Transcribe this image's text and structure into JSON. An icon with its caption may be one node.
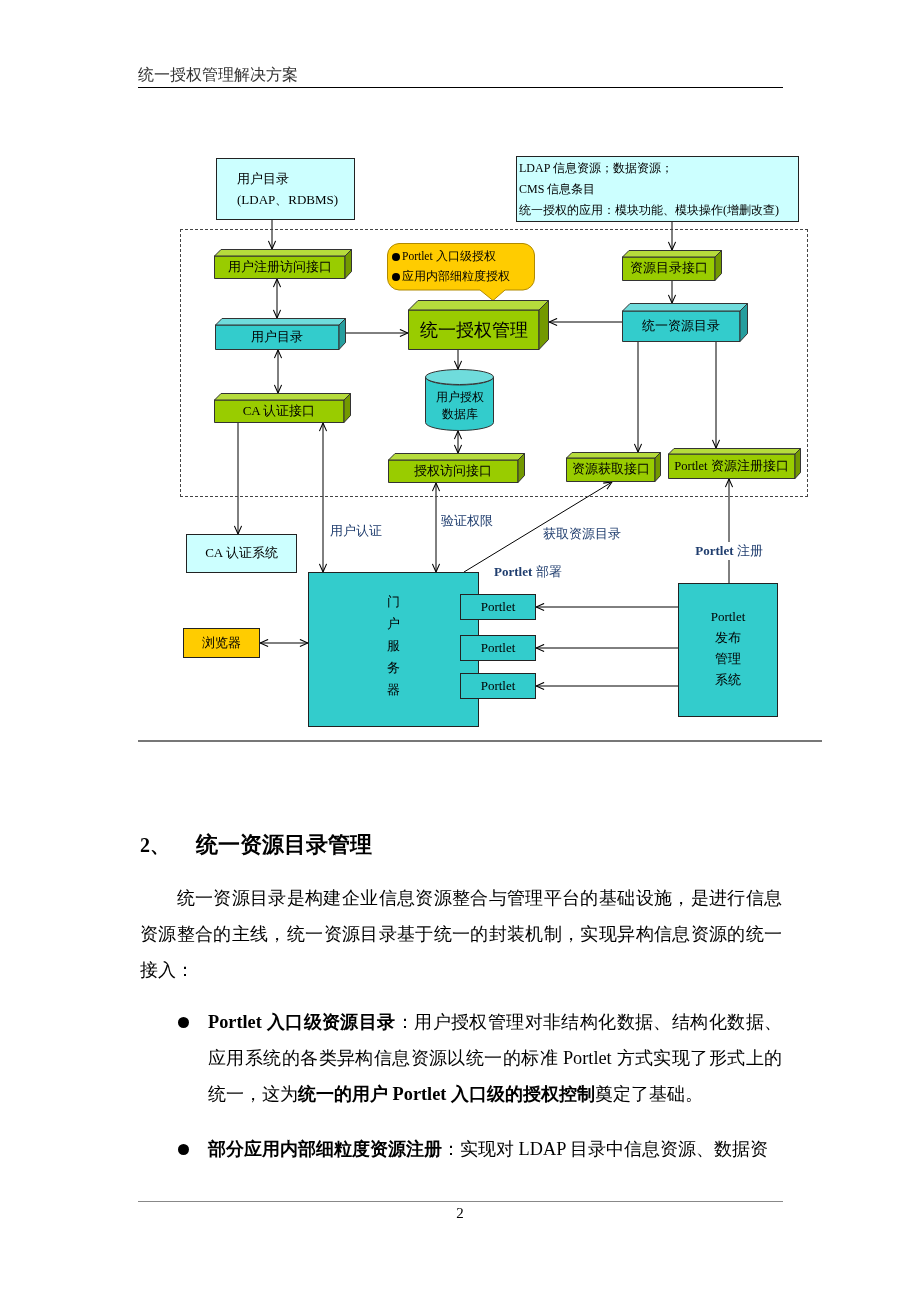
{
  "diagram": {
    "nodes": [
      {
        "text": [
          "用户目录",
          "(LDAP、RDBMS)"
        ]
      },
      {
        "text": [
          "LDAP 信息资源；数据资源；",
          "CMS 信息条目",
          "统一授权的应用：模块功能、模块操作(增删改查)"
        ]
      },
      {
        "text": [],
        "shape": "box"
      },
      {
        "text": [
          "用户注册访问接口"
        ],
        "in": 2
      },
      {
        "text": [
          "Portlet 入口级授权",
          "应用内部细粒度授权"
        ],
        "in": 2
      },
      {
        "text": [
          "资源目录接口"
        ],
        "in": 2
      },
      {
        "text": [
          "用户目录"
        ],
        "in": 2
      },
      {
        "text": [
          "统一授权管理"
        ],
        "in": 2
      },
      {
        "text": [
          "统一资源目录"
        ],
        "in": 2
      },
      {
        "text": [
          "用户授权数据库"
        ],
        "in": 2
      },
      {
        "text": [
          "CA 认证接口"
        ],
        "in": 2
      },
      {
        "text": [
          "授权访问接口"
        ],
        "in": 2
      },
      {
        "text": [
          "资源获取接口"
        ],
        "in": 2
      },
      {
        "text": [
          "Portlet 资源注册接口"
        ],
        "in": 2
      },
      {
        "text": [
          "CA 认证系统"
        ]
      },
      {
        "text": [
          "门户服务器"
        ]
      },
      {
        "text": [
          "Portlet"
        ]
      },
      {
        "text": [
          "Portlet"
        ]
      },
      {
        "text": [
          "Portlet"
        ]
      },
      {
        "text": [
          "浏览器"
        ]
      },
      {
        "text": [
          "Portlet 发布管理系统"
        ]
      }
    ],
    "edges": [
      {
        "from": 0,
        "to": 3,
        "arrow": "to"
      },
      {
        "from": 1,
        "to": 5,
        "arrow": "to"
      },
      {
        "from": 3,
        "to": 6,
        "arrow": "both"
      },
      {
        "from": 6,
        "to": 7,
        "arrow": "to"
      },
      {
        "from": 5,
        "to": 8,
        "arrow": "to"
      },
      {
        "from": 8,
        "to": 7,
        "arrow": "to"
      },
      {
        "from": 6,
        "to": 10,
        "arrow": "both"
      },
      {
        "from": 7,
        "to": 9,
        "arrow": "to"
      },
      {
        "from": 9,
        "to": 11,
        "arrow": "both"
      },
      {
        "from": 8,
        "to": 12,
        "arrow": "to"
      },
      {
        "from": 8,
        "to": 13,
        "arrow": "to"
      },
      {
        "from": 10,
        "to": 14,
        "arrow": "to"
      },
      {
        "from": 10,
        "to": 15,
        "arrow": "both",
        "label": "用户认证"
      },
      {
        "from": 11,
        "to": 15,
        "arrow": "both",
        "label": "验证权限"
      },
      {
        "from": 15,
        "to": 12,
        "arrow": "to",
        "label": "获取资源目录"
      },
      {
        "from": 20,
        "to": 13,
        "arrow": "to",
        "label": "**Portlet** 注册"
      },
      {
        "from": 20,
        "to": 16,
        "arrow": "to"
      },
      {
        "from": 20,
        "to": 17,
        "arrow": "to"
      },
      {
        "from": 20,
        "to": 18,
        "arrow": "to"
      },
      {
        "from": 19,
        "to": 15,
        "arrow": "both"
      }
    ],
    "labels": [
      "统一授权管理解决方案",
      "**Portlet** 部署",
      "2、",
      "统一资源目录管理",
      "统一资源目录是构建企业信息资源整合与管理平台的基础设施，是进行信息资源整合的主线，统一资源目录基于统一的封装机制，实现异构信息资源的统一接入：",
      "**Portlet 入口级资源目录**：用户授权管理对非结构化数据、结构化数据、应用系统的各类异构信息资源以统一的标准 Portlet 方式实现了形式上的统一，这为**统一的用户 Portlet 入口级的授权控制**奠定了基础。",
      "**部分应用内部细粒度资源注册**：实现对 LDAP 目录中信息资源、数据资",
      "2"
    ]
  }
}
